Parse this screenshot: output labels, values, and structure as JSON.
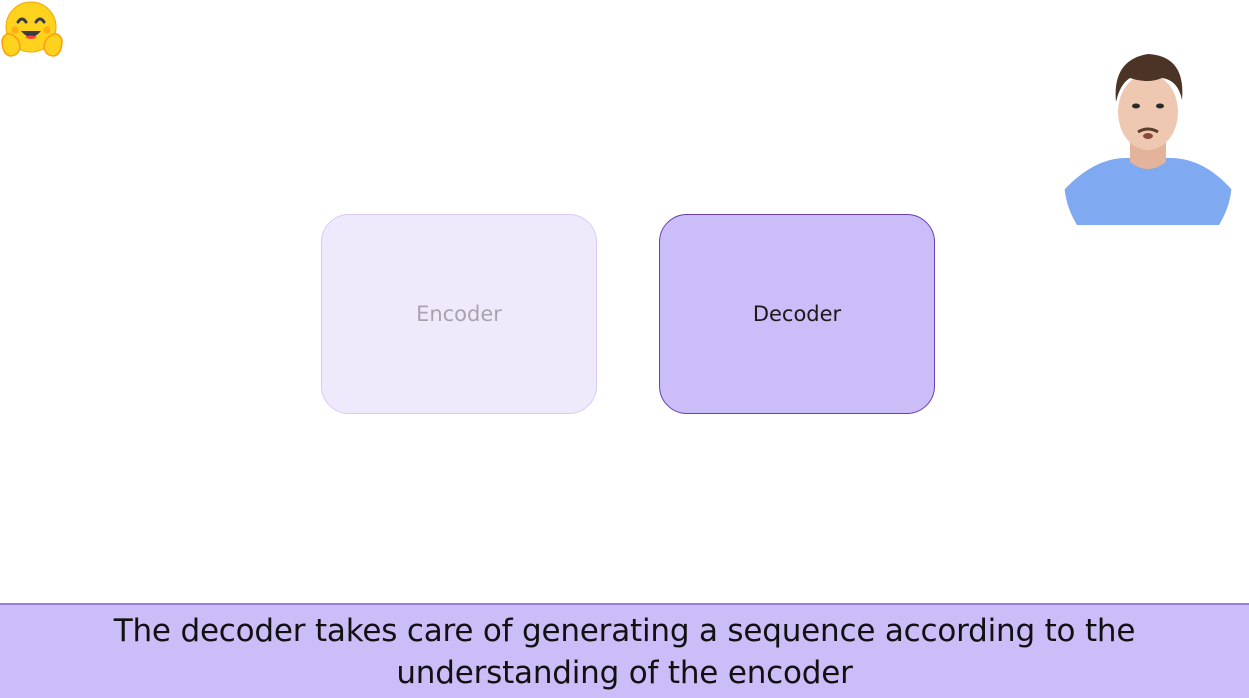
{
  "logo": {
    "icon": "hugging-face-emoji-icon"
  },
  "presenter": {
    "icon": "presenter-webcam-icon"
  },
  "diagram": {
    "encoder_label": "Encoder",
    "decoder_label": "Decoder"
  },
  "subtitle": {
    "text": "The decoder takes care of generating a sequence according to the understanding of the encoder"
  },
  "colors": {
    "encoder_fill": "#efe9fc",
    "decoder_fill": "#cbbdf8",
    "decoder_border": "#6b3fb0",
    "subtitle_bar": "#cbbdf8",
    "presenter_shirt": "#7fa9f0",
    "logo_yellow": "#ffd21e"
  }
}
